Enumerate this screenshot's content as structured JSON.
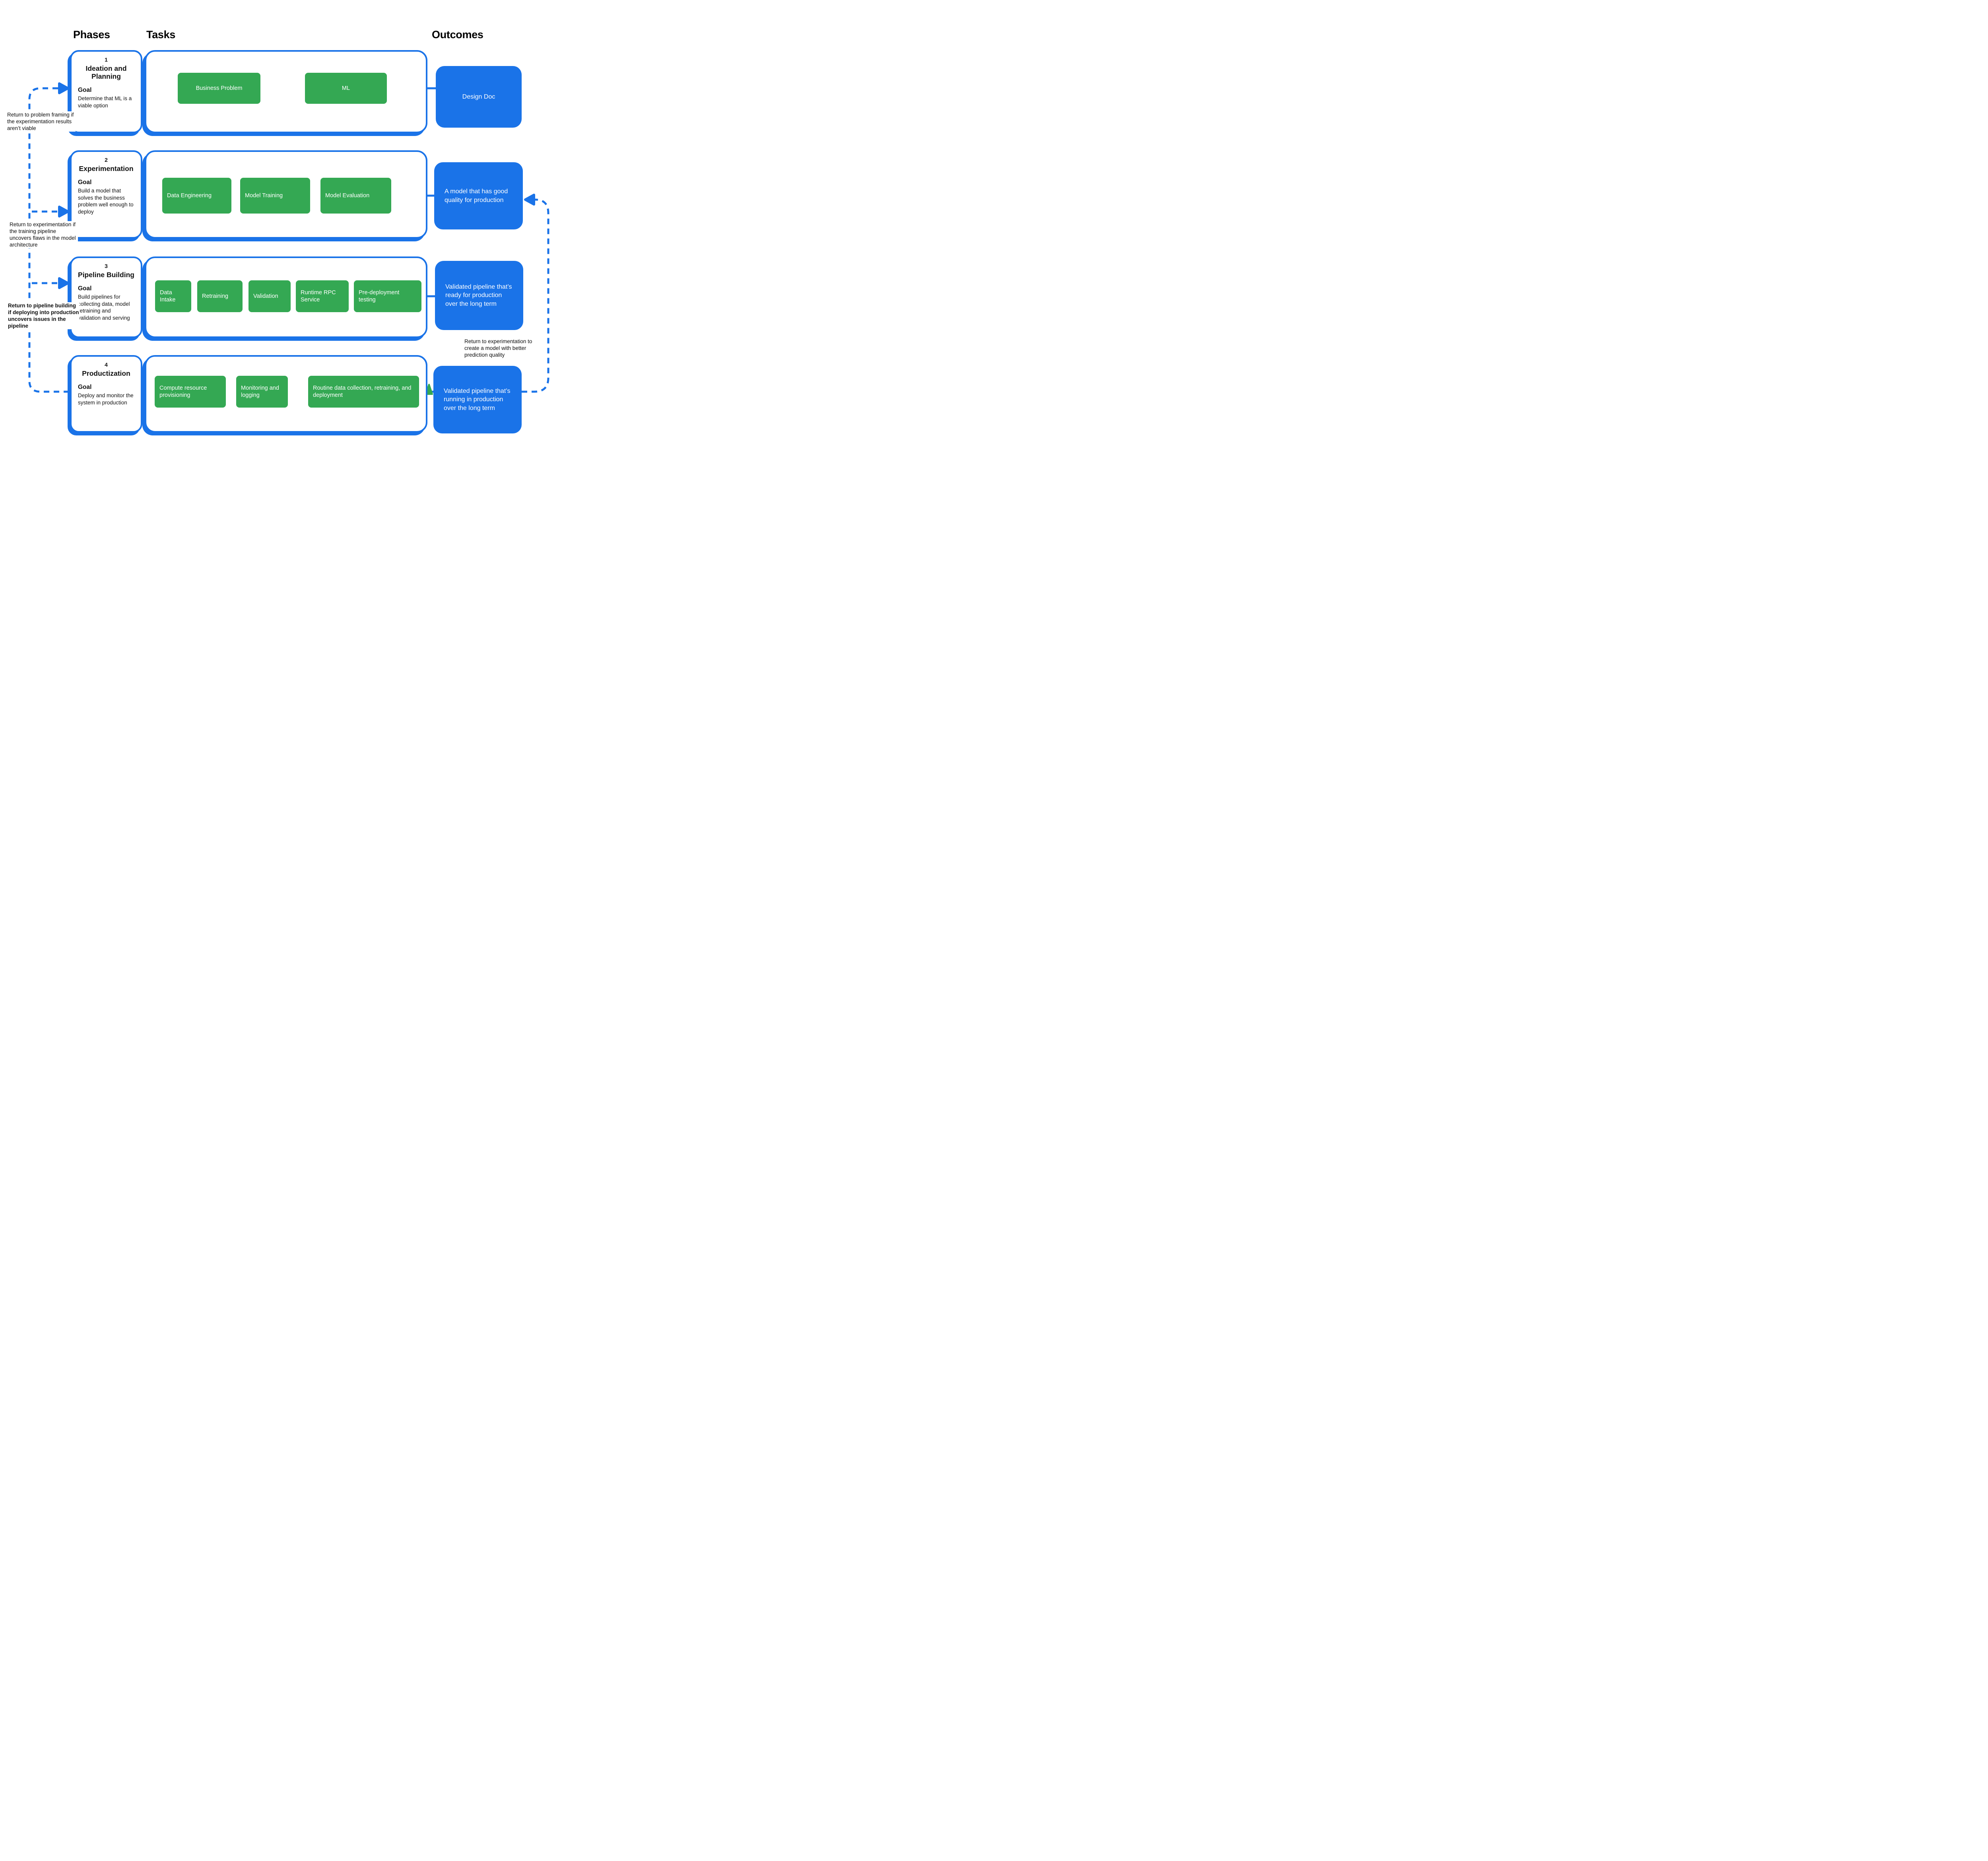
{
  "header": {
    "phases": "Phases",
    "tasks": "Tasks",
    "outcomes": "Outcomes"
  },
  "colors": {
    "accent_blue": "#1a73e8",
    "accent_green": "#34a853",
    "text": "#000000"
  },
  "phases": [
    {
      "number": "1",
      "title": "Ideation and Planning",
      "goal_label": "Goal",
      "goal": "Determine that ML is a viable option"
    },
    {
      "number": "2",
      "title": "Experimentation",
      "goal_label": "Goal",
      "goal": "Build a model that solves the business problem well enough to deploy"
    },
    {
      "number": "3",
      "title": "Pipeline Building",
      "goal_label": "Goal",
      "goal": "Build pipelines for collecting data, model retraining and validation and serving"
    },
    {
      "number": "4",
      "title": "Productization",
      "goal_label": "Goal",
      "goal": "Deploy and monitor the system in production"
    }
  ],
  "tasks": {
    "row1": [
      "Business Problem",
      "ML"
    ],
    "row2": [
      "Data Engineering",
      "Model Training",
      "Model Evaluation"
    ],
    "row3": [
      "Data Intake",
      "Retraining",
      "Validation",
      "Runtime RPC Service",
      "Pre-deployment testing"
    ],
    "row4": [
      "Compute resource provisioning",
      "Monitoring and logging",
      "Routine data collection, retraining, and deployment"
    ]
  },
  "outcomes": [
    "Design Doc",
    "A model that has good quality for production",
    "Validated pipeline that’s ready for production over the long term",
    "Validated pipeline that’s running in production over the long term"
  ],
  "annotations": {
    "left1": "Return to problem framing if the experimentation results aren’t viable",
    "left2": "Return to experimentation if the training pipeline uncovers flaws in the model architecture",
    "left3": "Return to pipeline building if deploying into production uncovers issues in the pipeline",
    "right": "Return to experimentation to create a model with better prediction quality"
  }
}
